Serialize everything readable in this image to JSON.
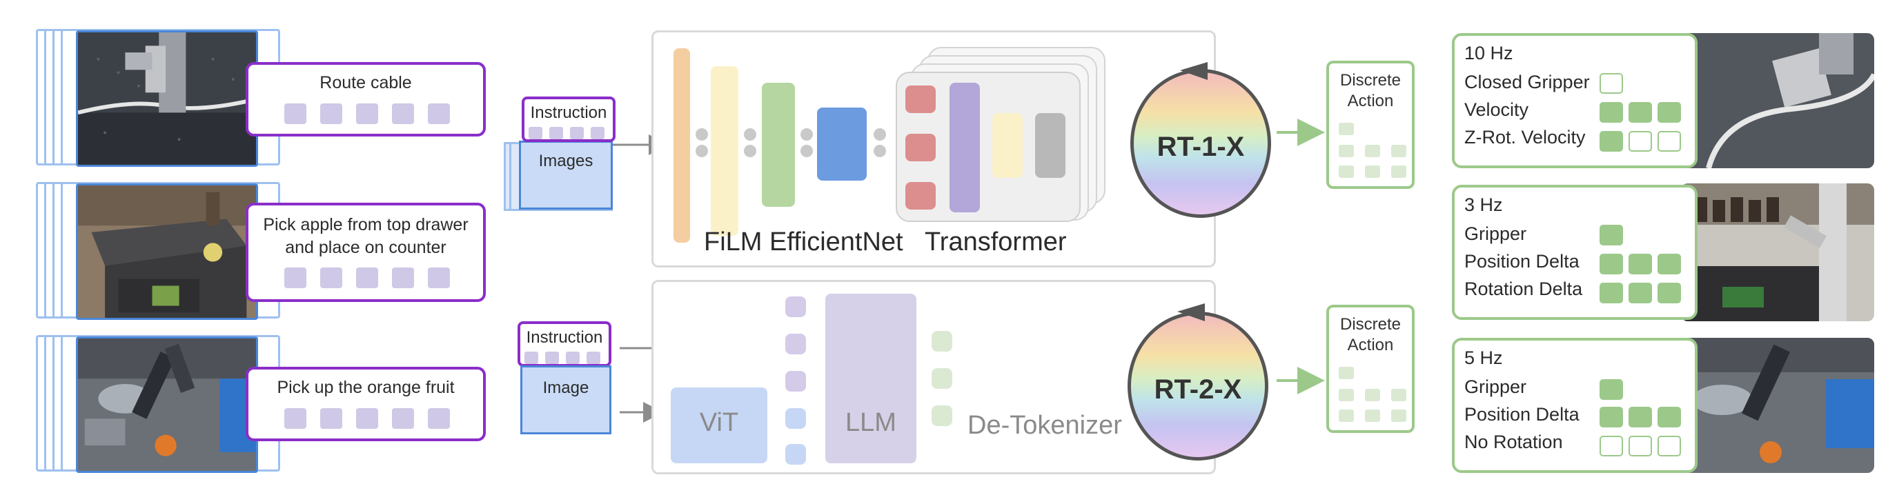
{
  "left_examples": [
    {
      "prompt": "Route cable"
    },
    {
      "prompt_line1": "Pick apple from top drawer",
      "prompt_line2": "and place on counter"
    },
    {
      "prompt": "Pick up the orange fruit"
    }
  ],
  "rt1": {
    "instruction_label": "Instruction",
    "images_label": "Images",
    "film_label": "FiLM EfficientNet",
    "transformer_label": "Transformer",
    "model_label": "RT-1-X",
    "action_line1": "Discrete",
    "action_line2": "Action"
  },
  "rt2": {
    "instruction_label": "Instruction",
    "image_label": "Image",
    "vit_label": "ViT",
    "llm_label": "LLM",
    "detok_label": "De-Tokenizer",
    "model_label": "RT-2-X",
    "action_line1": "Discrete",
    "action_line2": "Action"
  },
  "robots": [
    {
      "freq": "10 Hz",
      "rows": [
        {
          "label": "Closed Gripper",
          "boxes": [
            "empty"
          ]
        },
        {
          "label": "Velocity",
          "boxes": [
            "fill",
            "fill",
            "fill"
          ]
        },
        {
          "label": "Z-Rot. Velocity",
          "boxes": [
            "fill",
            "empty",
            "empty"
          ]
        }
      ]
    },
    {
      "freq": "3 Hz",
      "rows": [
        {
          "label": "Gripper",
          "boxes": [
            "fill"
          ]
        },
        {
          "label": "Position Delta",
          "boxes": [
            "fill",
            "fill",
            "fill"
          ]
        },
        {
          "label": "Rotation Delta",
          "boxes": [
            "fill",
            "fill",
            "fill"
          ]
        }
      ]
    },
    {
      "freq": "5 Hz",
      "rows": [
        {
          "label": "Gripper",
          "boxes": [
            "fill"
          ]
        },
        {
          "label": "Position Delta",
          "boxes": [
            "fill",
            "fill",
            "fill"
          ]
        },
        {
          "label": "No Rotation",
          "boxes": [
            "empty",
            "empty",
            "empty"
          ]
        }
      ]
    }
  ]
}
